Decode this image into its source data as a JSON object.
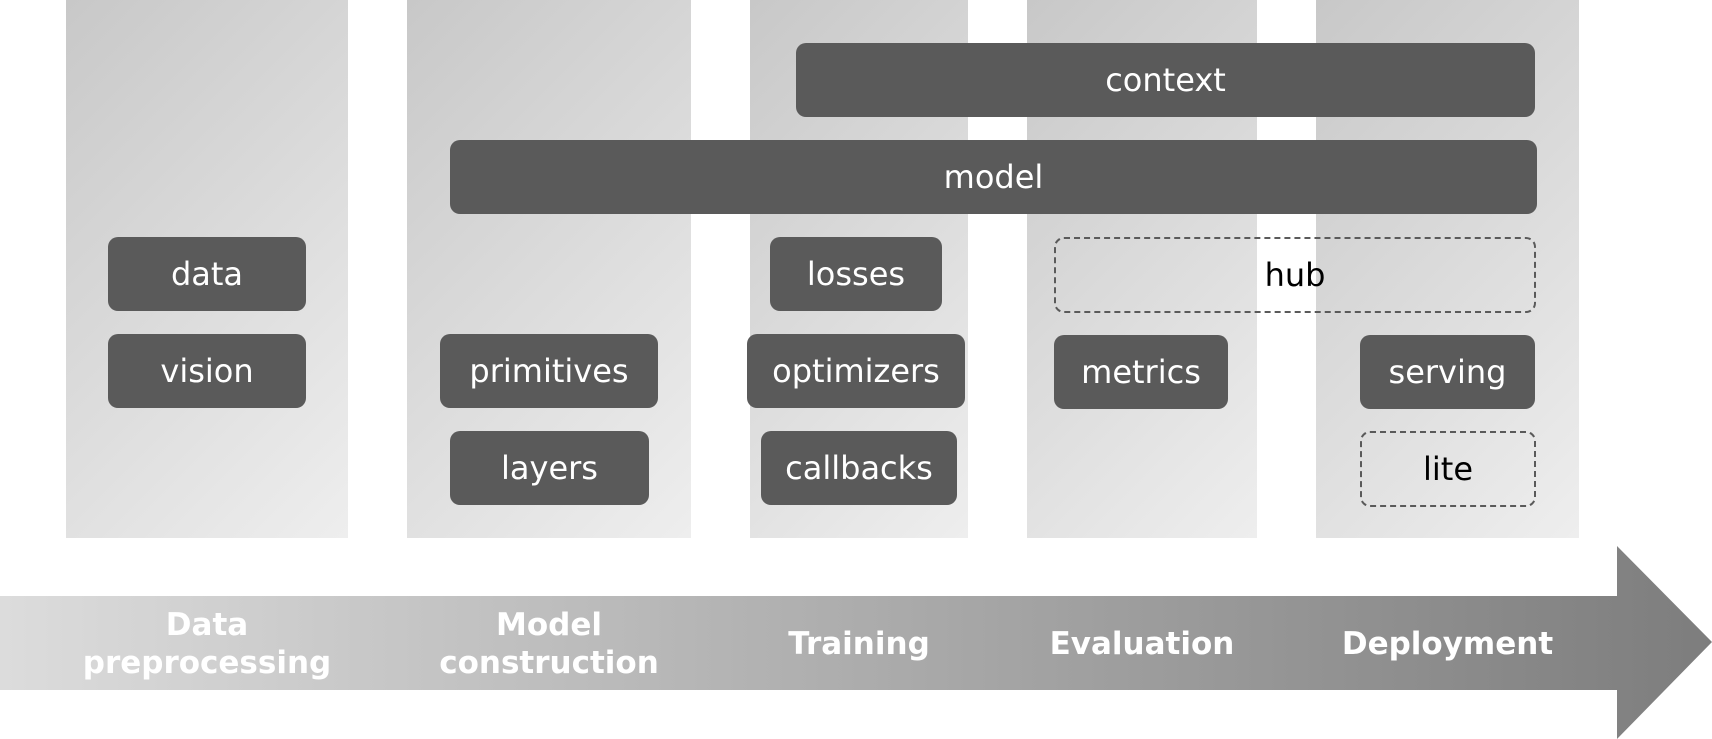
{
  "modules": {
    "data": "data",
    "vision": "vision",
    "primitives": "primitives",
    "layers": "layers",
    "losses": "losses",
    "optimizers": "optimizers",
    "callbacks": "callbacks",
    "metrics": "metrics",
    "serving": "serving",
    "lite": "lite",
    "hub": "hub",
    "context": "context",
    "model": "model"
  },
  "stages": {
    "data_preprocessing": "Data\npreprocessing",
    "model_construction": "Model\nconstruction",
    "training": "Training",
    "evaluation": "Evaluation",
    "deployment": "Deployment"
  },
  "colors": {
    "module_fill": "#5a5a5a",
    "module_text": "#ffffff",
    "arrow_light": "#dcdcdc",
    "arrow_dark": "#7d7d7d"
  }
}
